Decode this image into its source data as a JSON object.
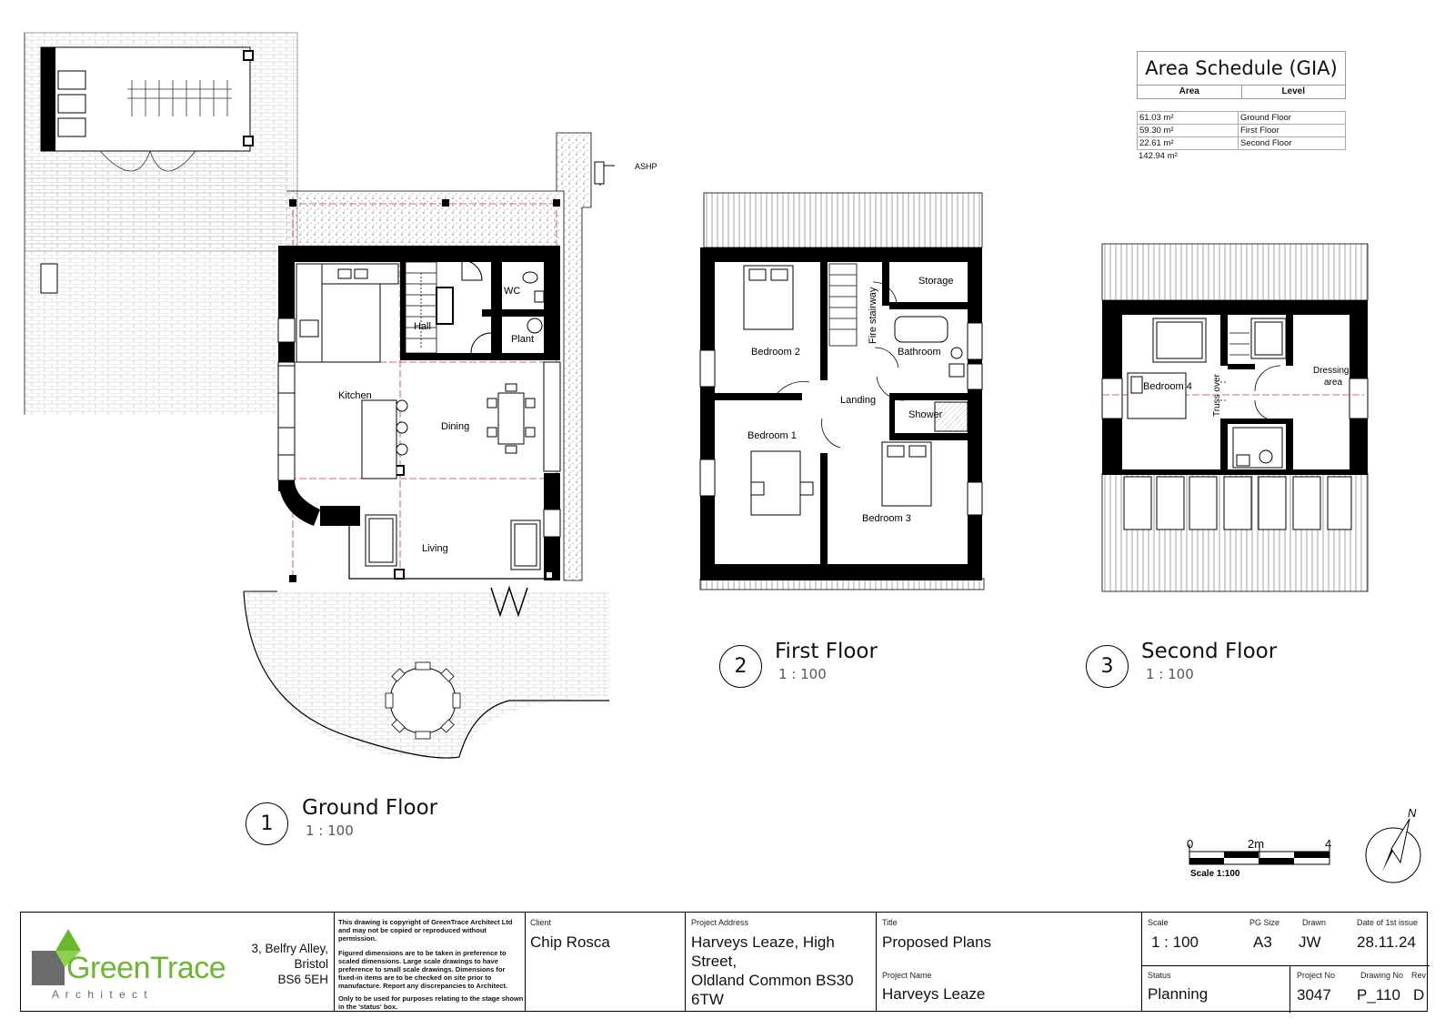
{
  "area_schedule": {
    "title": "Area Schedule (GIA)",
    "headers": [
      "Area",
      "Level"
    ],
    "rows": [
      {
        "area": "61.03 m²",
        "level": "Ground Floor"
      },
      {
        "area": "59.30 m²",
        "level": "First Floor"
      },
      {
        "area": "22.61 m²",
        "level": "Second Floor"
      }
    ],
    "total": "142.94 m²"
  },
  "views": [
    {
      "number": "1",
      "name": "Ground Floor",
      "scale": "1 : 100"
    },
    {
      "number": "2",
      "name": "First Floor",
      "scale": "1 : 100"
    },
    {
      "number": "3",
      "name": "Second Floor",
      "scale": "1 : 100"
    }
  ],
  "rooms": {
    "ground": {
      "wc": "WC",
      "hall": "Hall",
      "plant": "Plant",
      "kitchen": "Kitchen",
      "dining": "Dining",
      "living": "Living",
      "ashp": "ASHP"
    },
    "first": {
      "bedroom2": "Bedroom 2",
      "fire_stairway": "Fire stairway",
      "storage": "Storage",
      "bathroom": "Bathroom",
      "landing": "Landing",
      "shower": "Shower",
      "bedroom1": "Bedroom 1",
      "bedroom3": "Bedroom 3"
    },
    "second": {
      "bedroom4": "Bedroom 4",
      "truss_over": "Truss over",
      "dressing_area_1": "Dressing",
      "dressing_area_2": "area"
    }
  },
  "scale_bar": {
    "ticks": [
      "0",
      "2m",
      "4"
    ],
    "label": "Scale 1:100"
  },
  "north_label": "N",
  "title_block": {
    "company": "GreenTrace",
    "company_sub": "A r c h i t e c t",
    "address_lines": [
      "3, Belfry Alley,",
      "Bristol",
      "BS6 5EH"
    ],
    "copyright": [
      "This drawing is copyright of GreenTrace Architect Ltd and may not be copied or reproduced without permission.",
      "Figured dimensions are to be taken in preference to scaled dimensions. Large scale drawings to have preference to small scale drawings. Dimensions for fixed-in items are to be checked on site prior to manufacture. Report any discrepancies to Architect.",
      "Only to be used for purposes relating to the stage shown in the 'status' box."
    ],
    "client_label": "Client",
    "client": "Chip Rosca",
    "project_address_label": "Project Address",
    "project_address_lines": [
      "Harveys Leaze, High Street,",
      "Oldland Common BS30",
      "6TW"
    ],
    "title_label": "Title",
    "title": "Proposed Plans",
    "project_name_label": "Project Name",
    "project_name": "Harveys Leaze",
    "scale_label": "Scale",
    "scale": "1 : 100",
    "pg_size_label": "PG Size",
    "pg_size": "A3",
    "drawn_label": "Drawn",
    "drawn": "JW",
    "date_label": "Date of 1st issue",
    "date": "28.11.24",
    "status_label": "Status",
    "status": "Planning",
    "project_no_label": "Project No",
    "project_no": "3047",
    "drawing_no_label": "Drawing No",
    "drawing_no": "P_110",
    "rev_label": "Rev",
    "rev": "D"
  },
  "colors": {
    "wall": "#000000",
    "hatch": "#888888",
    "grid_line": "#d33333",
    "logo_green": "#6ab82e",
    "logo_grey": "#6b6b6b"
  }
}
